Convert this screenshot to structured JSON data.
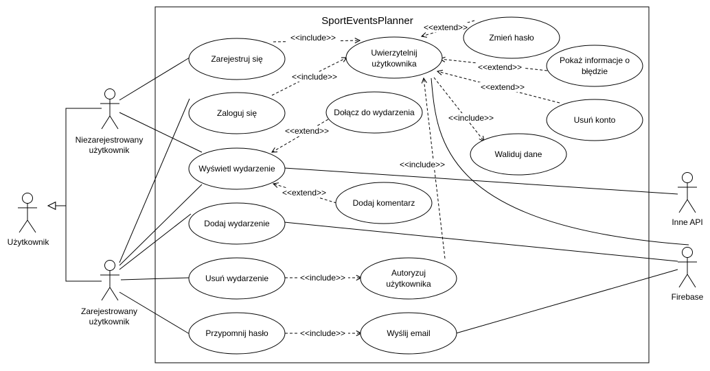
{
  "system": {
    "title": "SportEventsPlanner"
  },
  "actors": {
    "uzytkownik": "Użytkownik",
    "niezarejestrowany": [
      "Niezarejestrowany",
      "użytkownik"
    ],
    "zarejestrowany": [
      "Zarejestrowany",
      "użytkownik"
    ],
    "inne_api": "Inne API",
    "firebase": "Firebase"
  },
  "use_cases": {
    "zarejestruj": [
      "Zarejestruj się"
    ],
    "zaloguj": [
      "Zaloguj się"
    ],
    "wyswietl": [
      "Wyświetl wydarzenie"
    ],
    "dodaj_wydarzenie": [
      "Dodaj wydarzenie"
    ],
    "usun_wydarzenie": [
      "Usuń wydarzenie"
    ],
    "przypomnij": [
      "Przypomnij hasło"
    ],
    "uwierzytelnij": [
      "Uwierzytelnij",
      "użytkownika"
    ],
    "dolacz": [
      "Dołącz do wydarzenia"
    ],
    "dodaj_komentarz": [
      "Dodaj komentarz"
    ],
    "autoryzuj": [
      "Autoryzuj",
      "użytkownika"
    ],
    "wyslij": [
      "Wyślij email"
    ],
    "zmien_haslo": [
      "Zmień hasło"
    ],
    "pokaz_info": [
      "Pokaż informacje o",
      "błędzie"
    ],
    "usun_konto": [
      "Usuń konto"
    ],
    "waliduj": [
      "Waliduj dane"
    ]
  },
  "relation_labels": {
    "include": "<<include>>",
    "extend": "<<extend>>"
  },
  "relations": [
    {
      "from": "zarejestruj",
      "to": "uwierzytelnij",
      "type": "include"
    },
    {
      "from": "zaloguj",
      "to": "uwierzytelnij",
      "type": "include"
    },
    {
      "from": "usun_wydarzenie",
      "to": "autoryzuj",
      "type": "include"
    },
    {
      "from": "przypomnij",
      "to": "wyslij",
      "type": "include"
    },
    {
      "from": "autoryzuj",
      "to": "uwierzytelnij",
      "type": "include"
    },
    {
      "from": "uwierzytelnij",
      "to": "waliduj",
      "type": "include"
    },
    {
      "from": "dolacz",
      "to": "wyswietl",
      "type": "extend"
    },
    {
      "from": "dodaj_komentarz",
      "to": "wyswietl",
      "type": "extend"
    },
    {
      "from": "zmien_haslo",
      "to": "uwierzytelnij",
      "type": "extend"
    },
    {
      "from": "pokaz_info",
      "to": "uwierzytelnij",
      "type": "extend"
    },
    {
      "from": "usun_konto",
      "to": "uwierzytelnij",
      "type": "extend"
    }
  ]
}
